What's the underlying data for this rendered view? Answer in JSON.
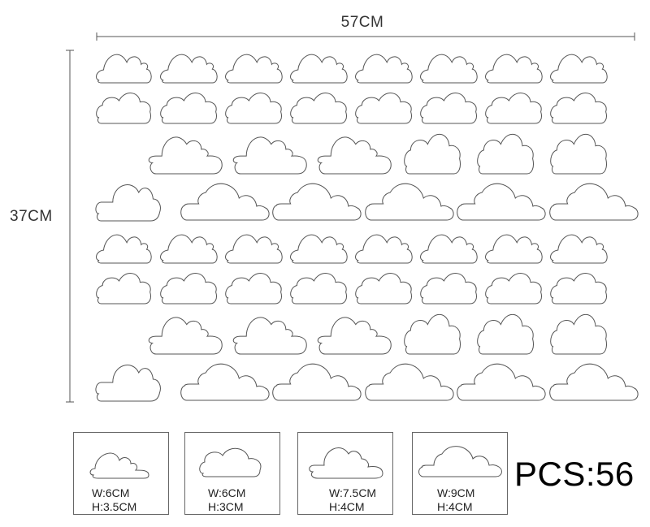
{
  "dimensions": {
    "width": "57CM",
    "height": "37CM"
  },
  "sheet": {
    "name": "cloud-sticker-sheet",
    "row_count": 8,
    "clouds_per_row": [
      8,
      8,
      6,
      6,
      8,
      8,
      6,
      6
    ]
  },
  "size_variants": [
    {
      "width": "W:6CM",
      "height": "H:3.5CM"
    },
    {
      "width": "W:6CM",
      "height": "H:3CM"
    },
    {
      "width": "W:7.5CM",
      "height": "H:4CM"
    },
    {
      "width": "W:9CM",
      "height": "H:4CM"
    }
  ],
  "pieces": "PCS:56",
  "colors": {
    "outline": "#555555",
    "text": "#222222",
    "background": "#ffffff"
  }
}
